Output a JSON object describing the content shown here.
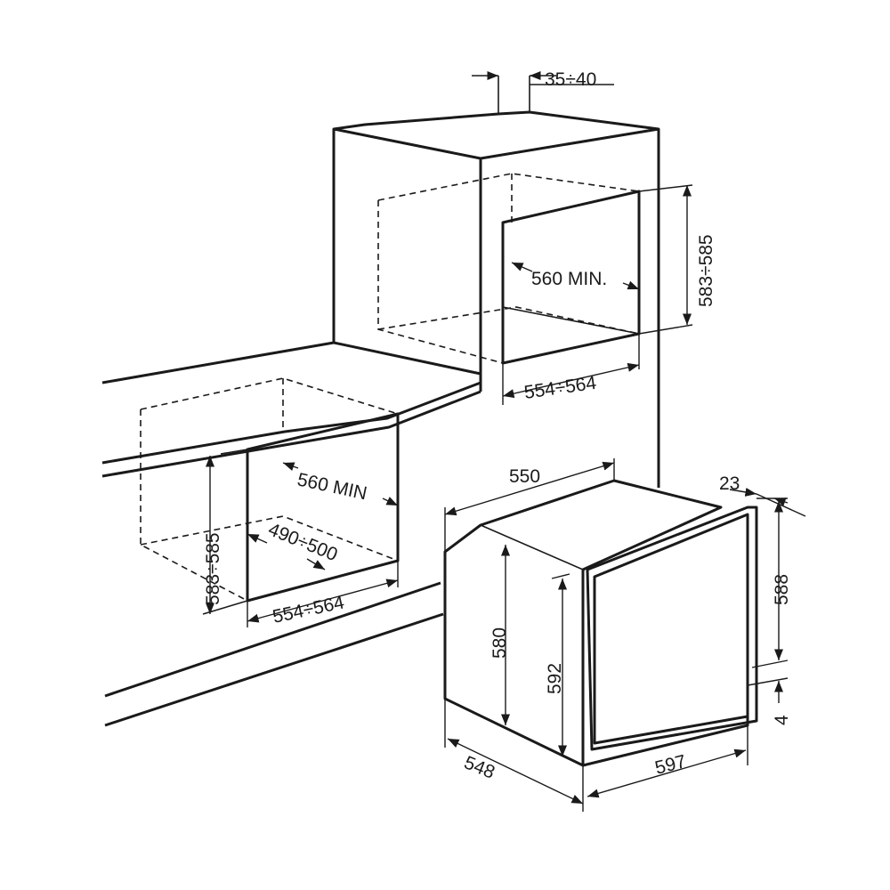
{
  "diagram": {
    "colors": {
      "line": "#1a1a1a",
      "background": "#ffffff"
    },
    "column": {
      "top_gap": "35÷40",
      "niche_height": "583÷585",
      "niche_depth": "560 MIN.",
      "niche_width": "554÷564"
    },
    "under_counter": {
      "niche_depth": "560 MIN",
      "niche_height": "583÷585",
      "inner_depth": "490÷500",
      "niche_width": "554÷564"
    },
    "oven": {
      "top_depth": "550",
      "door_thickness": "23",
      "door_height": "588",
      "body_height": "580",
      "front_height": "592",
      "bottom_gap": "4",
      "body_depth": "548",
      "width": "597"
    }
  }
}
